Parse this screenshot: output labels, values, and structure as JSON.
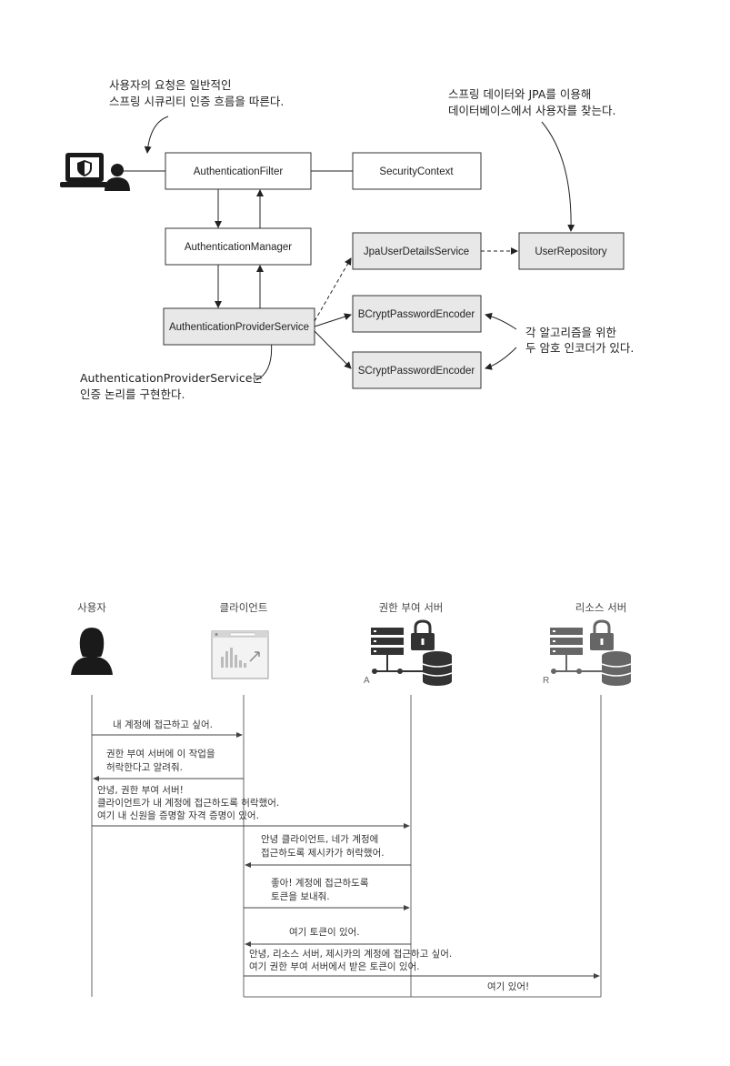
{
  "diagram1": {
    "boxes": {
      "authentication_filter": "AuthenticationFilter",
      "security_context": "SecurityContext",
      "authentication_manager": "AuthenticationManager",
      "jpa_user_details_service": "JpaUserDetailsService",
      "user_repository": "UserRepository",
      "authentication_provider_service": "AuthenticationProviderService",
      "bcrypt_password_encoder": "BCryptPasswordEncoder",
      "scrypt_password_encoder": "SCryptPasswordEncoder"
    },
    "notes": {
      "user_request_line1": "사용자의 요청은 일반적인",
      "user_request_line2": "스프링 시큐리티 인증 흐름을 따른다.",
      "spring_data_line1": "스프링 데이터와 JPA를 이용해",
      "spring_data_line2": "데이터베이스에서 사용자를 찾는다.",
      "encoders_line1": "각 알고리즘을 위한",
      "encoders_line2": "두 암호 인코더가 있다.",
      "provider_line1": "AuthenticationProviderService는",
      "provider_line2": "인증 논리를 구현한다."
    }
  },
  "diagram2": {
    "actors": {
      "user": "사용자",
      "client": "클라이언트",
      "auth_server": "권한 부여 서버",
      "resource_server": "리소스 서버"
    },
    "auth_server_tag": "A",
    "resource_server_tag": "R",
    "messages": [
      {
        "lines": [
          "내 계정에 접근하고 싶어."
        ]
      },
      {
        "lines": [
          "권한 부여 서버에 이 작업을",
          "허락한다고 알려줘."
        ]
      },
      {
        "lines": [
          "안녕, 권한 부여 서버!",
          "클라이언트가 내 계정에 접근하도록 허락했어.",
          "여기 내 신원을 증명할 자격 증명이 있어."
        ]
      },
      {
        "lines": [
          "안녕 클라이언트, 네가 계정에",
          "접근하도록 제시카가 허락했어."
        ]
      },
      {
        "lines": [
          "좋아! 계정에 접근하도록",
          "토큰을 보내줘."
        ]
      },
      {
        "lines": [
          "여기 토큰이 있어."
        ]
      },
      {
        "lines": [
          "안녕, 리소스 서버, 제시카의 계정에 접근하고 싶어.",
          "여기 권한 부여 서버에서 받은 토큰이 있어."
        ]
      },
      {
        "lines": [
          "여기 있어!"
        ]
      }
    ]
  }
}
